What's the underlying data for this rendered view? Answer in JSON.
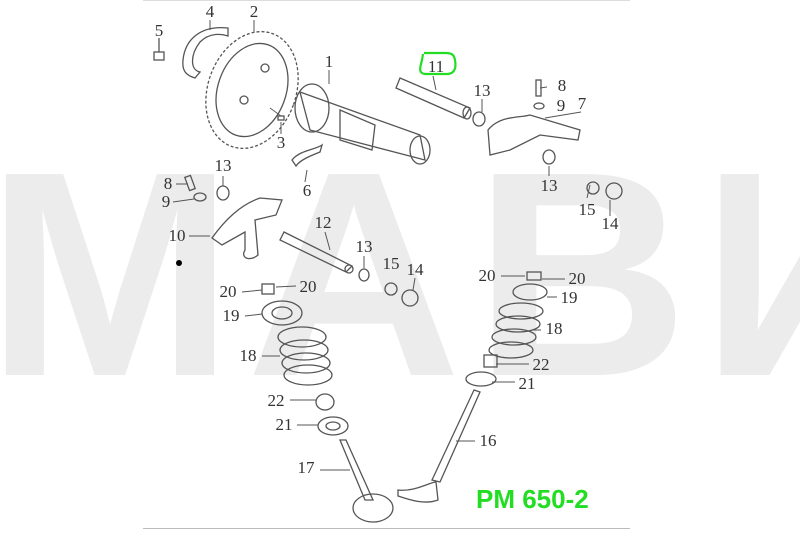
{
  "watermark": "МАВИР",
  "diagram_code": "PM 650-2",
  "highlight_color": "#22dd22",
  "callouts": {
    "c1": "1",
    "c2": "2",
    "c3": "3",
    "c4": "4",
    "c5": "5",
    "c6": "6",
    "c7": "7",
    "c8a": "8",
    "c8b": "8",
    "c9a": "9",
    "c9b": "9",
    "c10": "10",
    "c11": "11",
    "c12": "12",
    "c13a": "13",
    "c13b": "13",
    "c13c": "13",
    "c13d": "13",
    "c14a": "14",
    "c14b": "14",
    "c15a": "15",
    "c15b": "15",
    "c16": "16",
    "c17": "17",
    "c18a": "18",
    "c18b": "18",
    "c19a": "19",
    "c19b": "19",
    "c20a": "20",
    "c20b": "20",
    "c20c": "20",
    "c20d": "20",
    "c21a": "21",
    "c21b": "21",
    "c22a": "22",
    "c22b": "22"
  }
}
